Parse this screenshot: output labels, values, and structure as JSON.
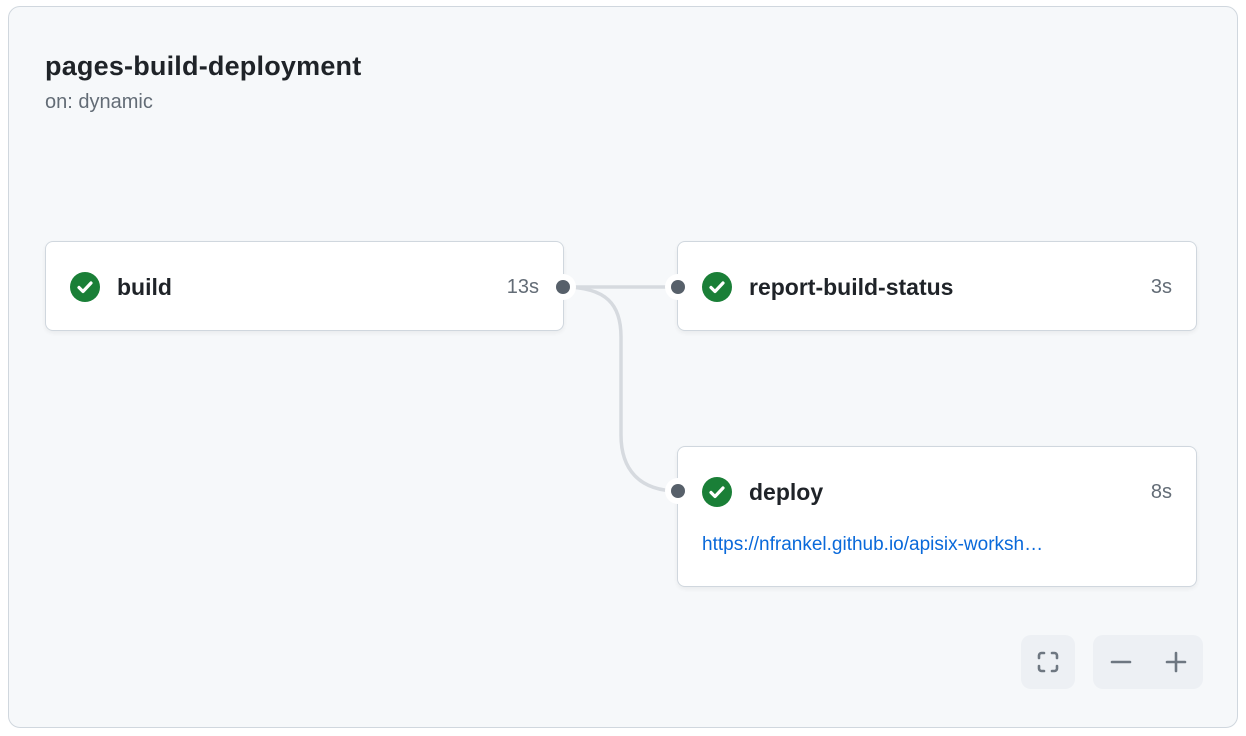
{
  "header": {
    "title": "pages-build-deployment",
    "trigger_label": "on: dynamic"
  },
  "jobs": [
    {
      "name": "build",
      "duration": "13s",
      "status": "success"
    },
    {
      "name": "report-build-status",
      "duration": "3s",
      "status": "success"
    },
    {
      "name": "deploy",
      "duration": "8s",
      "status": "success",
      "link_text": "https://nfrankel.github.io/apisix-worksh…"
    }
  ],
  "controls": {
    "fit_icon": "fit-to-window-icon",
    "zoom_out_icon": "minus-icon",
    "zoom_in_icon": "plus-icon"
  },
  "icons": {
    "job_status": "check-circle-icon"
  },
  "colors": {
    "canvas_bg": "#f6f8fa",
    "card_bg": "#ffffff",
    "border": "#d0d7de",
    "success_green": "#1a7f37",
    "link_blue": "#0969da",
    "text_primary": "#1f2328",
    "text_secondary": "#636c76",
    "connector_line": "#d6dadf",
    "node_dot": "#57606a"
  }
}
